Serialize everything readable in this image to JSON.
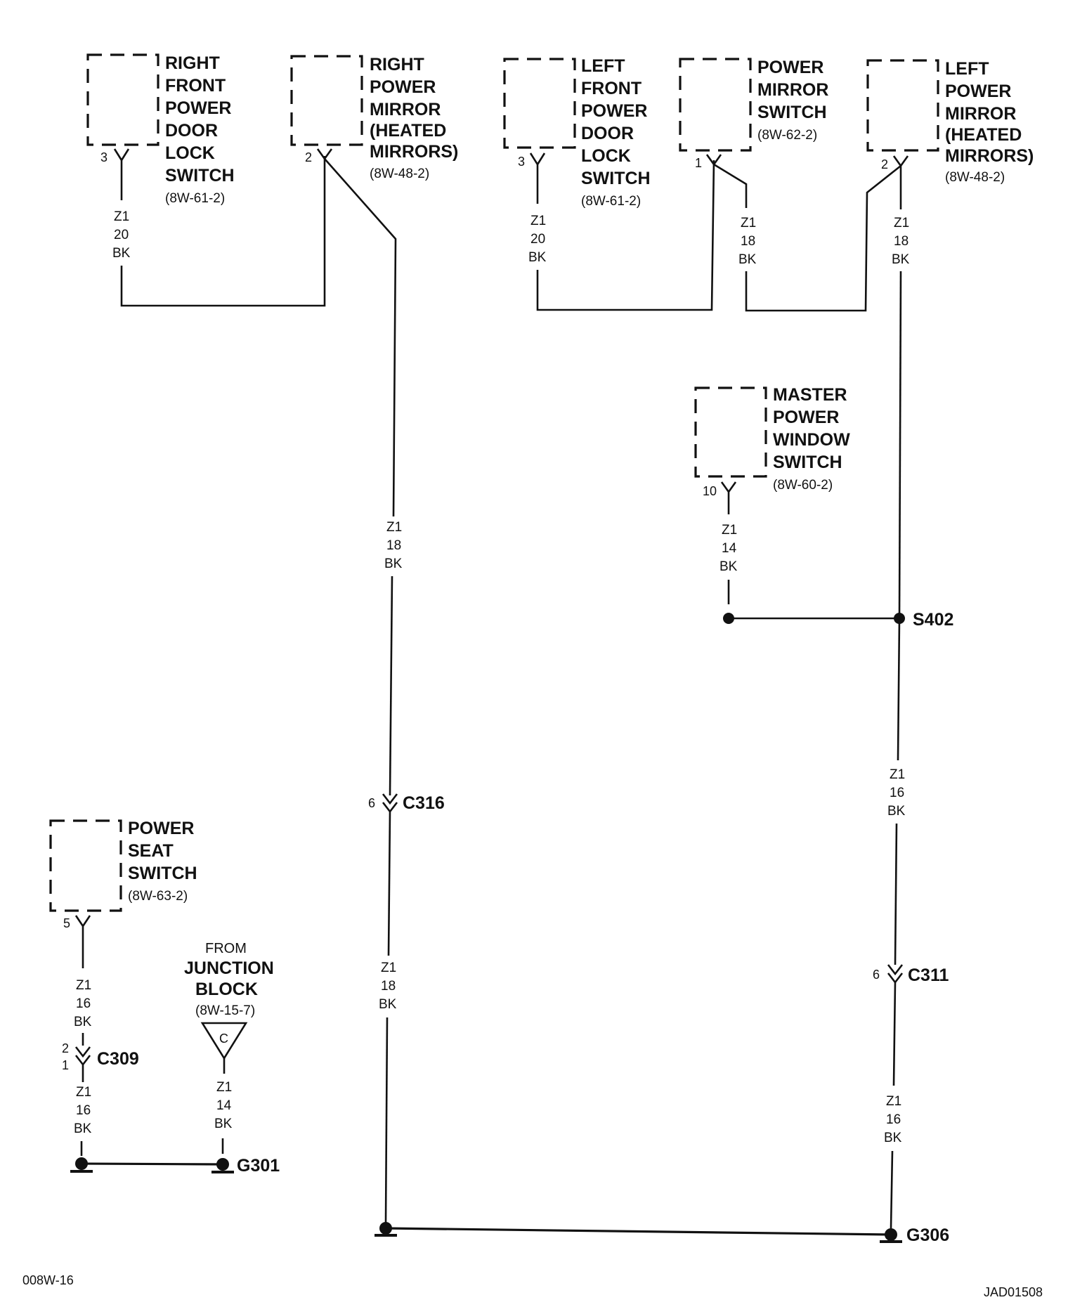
{
  "components": {
    "rf_door_lock": {
      "lines": [
        "RIGHT",
        "FRONT",
        "POWER",
        "DOOR",
        "LOCK",
        "SWITCH"
      ],
      "ref": "(8W-61-2)",
      "pin": "3"
    },
    "rf_mirror": {
      "lines": [
        "RIGHT",
        "POWER",
        "MIRROR",
        "(HEATED",
        "MIRRORS)"
      ],
      "ref": "(8W-48-2)",
      "pin": "2"
    },
    "lf_door_lock": {
      "lines": [
        "LEFT",
        "FRONT",
        "POWER",
        "DOOR",
        "LOCK",
        "SWITCH"
      ],
      "ref": "(8W-61-2)",
      "pin": "3"
    },
    "mirror_switch": {
      "lines": [
        "POWER",
        "MIRROR",
        "SWITCH"
      ],
      "ref": "(8W-62-2)",
      "pin": "1"
    },
    "lf_mirror": {
      "lines": [
        "LEFT",
        "POWER",
        "MIRROR",
        "(HEATED",
        "MIRRORS)"
      ],
      "ref": "(8W-48-2)",
      "pin": "2"
    },
    "master_window": {
      "lines": [
        "MASTER",
        "POWER",
        "WINDOW",
        "SWITCH"
      ],
      "ref": "(8W-60-2)",
      "pin": "10"
    },
    "power_seat": {
      "lines": [
        "POWER",
        "SEAT",
        "SWITCH"
      ],
      "ref": "(8W-63-2)",
      "pin": "5"
    },
    "junction_block": {
      "from": "FROM",
      "lines": [
        "JUNCTION",
        "BLOCK"
      ],
      "ref": "(8W-15-7)",
      "connector": "C"
    }
  },
  "wires": {
    "rf_lock": [
      "Z1",
      "20",
      "BK"
    ],
    "lf_lock": [
      "Z1",
      "20",
      "BK"
    ],
    "mirror_sw": [
      "Z1",
      "18",
      "BK"
    ],
    "lf_mirror": [
      "Z1",
      "18",
      "BK"
    ],
    "rf_mirror_upper": [
      "Z1",
      "18",
      "BK"
    ],
    "rf_mirror_lower": [
      "Z1",
      "18",
      "BK"
    ],
    "master_window": [
      "Z1",
      "14",
      "BK"
    ],
    "s402_down": [
      "Z1",
      "16",
      "BK"
    ],
    "c311_down": [
      "Z1",
      "16",
      "BK"
    ],
    "seat_upper": [
      "Z1",
      "16",
      "BK"
    ],
    "seat_lower": [
      "Z1",
      "16",
      "BK"
    ],
    "junction": [
      "Z1",
      "14",
      "BK"
    ]
  },
  "connectors": {
    "c316": {
      "name": "C316",
      "pin": "6"
    },
    "c311": {
      "name": "C311",
      "pin": "6"
    },
    "c309": {
      "name": "C309",
      "pin_top": "2",
      "pin_bottom": "1"
    }
  },
  "splices": {
    "s402": "S402"
  },
  "grounds": {
    "g301": "G301",
    "g306": "G306"
  },
  "footer": {
    "left": "008W-16",
    "right": "JAD01508"
  }
}
